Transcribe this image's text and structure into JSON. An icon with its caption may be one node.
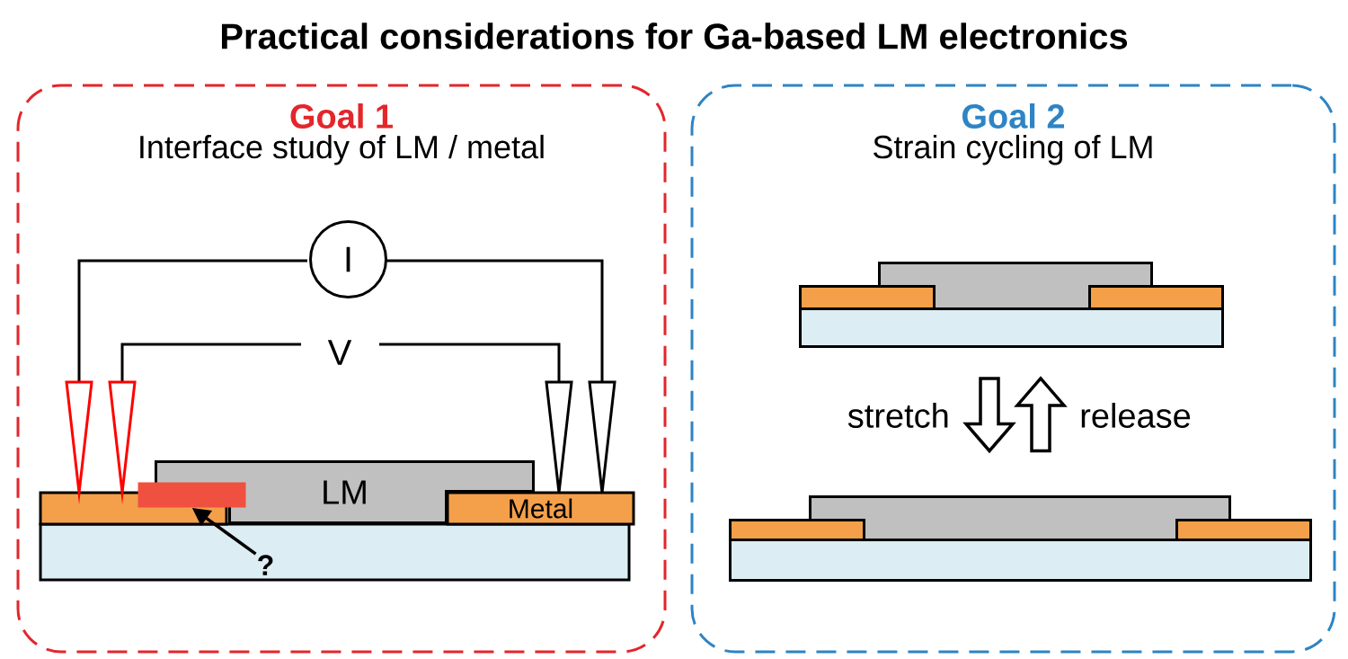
{
  "diagram": {
    "title": "Practical considerations for Ga-based LM electronics",
    "nodes": [
      {
        "text": [
          "Goal 1",
          "Interface study of LM / metal"
        ]
      },
      {
        "text": [
          "LM"
        ],
        "in": 0
      },
      {
        "text": [
          "Metal"
        ],
        "in": 0
      },
      {
        "text": [
          "I"
        ],
        "in": 0
      },
      {
        "text": [],
        "shape": "box",
        "in": 0
      },
      {
        "text": [
          "?"
        ],
        "in": 0
      },
      {
        "text": [
          "Goal 2",
          "Strain cycling of LM"
        ]
      },
      {
        "text": [],
        "shape": "picture",
        "in": 6
      },
      {
        "text": [],
        "shape": "picture",
        "in": 6
      }
    ],
    "edges": [
      {
        "from": 5,
        "to": 4,
        "arrow": "to"
      },
      {
        "from": 7,
        "to": 8,
        "arrow": "to",
        "label": "stretch"
      },
      {
        "from": 8,
        "to": 7,
        "arrow": "to",
        "label": "release"
      }
    ],
    "labels": [
      "V"
    ]
  }
}
